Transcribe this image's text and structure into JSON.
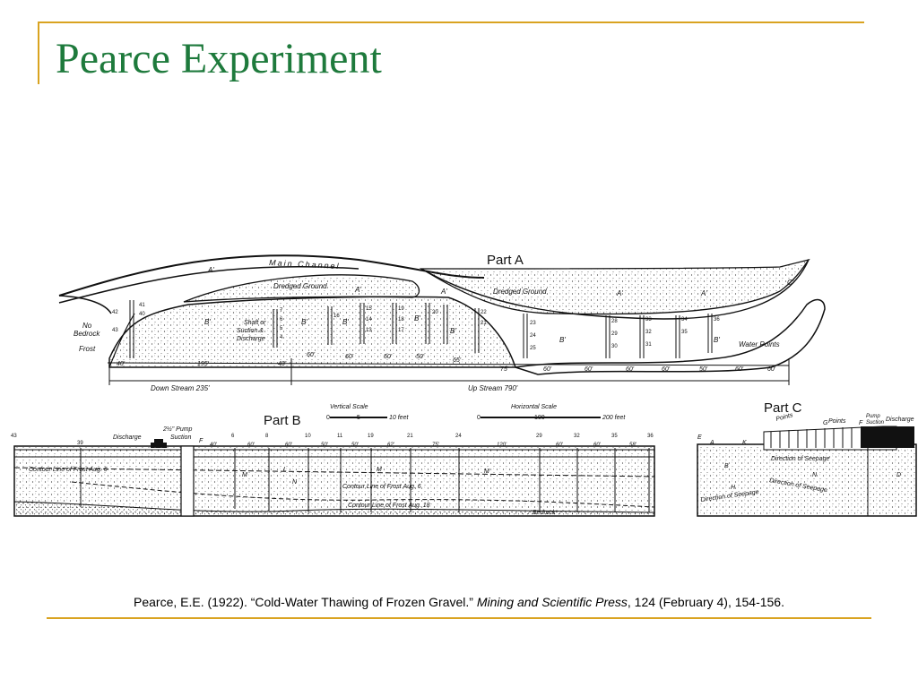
{
  "slide": {
    "title": "Pearce Experiment"
  },
  "figure": {
    "part_a": {
      "label": "Part A",
      "main_channel": "Main Channel",
      "dredged_ground_1": "Dredged Ground",
      "dredged_ground_2": "Dredged Ground",
      "no_bedrock": [
        "No",
        "Bedrock"
      ],
      "frost": "Frost",
      "shaft": [
        "Shaft or",
        "Suction &",
        "Discharge"
      ],
      "water_points": "Water Points",
      "down_stream": "Down Stream 235'",
      "up_stream": "Up Stream 790'",
      "letters": [
        "A'",
        "A'",
        "A'",
        "A'",
        "A'",
        "C'",
        "B'",
        "B'",
        "B'",
        "B'",
        "B'",
        "B'",
        "B'"
      ],
      "dims": [
        "40'",
        "195'",
        "40'",
        "60'",
        "60'",
        "50'",
        "50'",
        "65'",
        "75'",
        "60'",
        "60'",
        "60'",
        "60'",
        "50'",
        "60'",
        "60'"
      ],
      "well_numbers": [
        "41",
        "42",
        "43",
        "40",
        "7",
        "6",
        "5",
        "4",
        "16",
        "15",
        "14",
        "13",
        "19",
        "18",
        "17",
        "20",
        "22",
        "21",
        "23",
        "24",
        "25",
        "28",
        "29",
        "30",
        "33",
        "32",
        "31",
        "34",
        "35",
        "36"
      ]
    },
    "part_b": {
      "label": "Part B",
      "discharge": "Discharge",
      "pump": [
        "2½\" Pump",
        "Suction"
      ],
      "vertical_scale": "Vertical Scale",
      "vertical_ticks": [
        "0",
        "5",
        "10 feet"
      ],
      "horizontal_scale": "Horizontal Scale",
      "horizontal_ticks": [
        "0",
        "100",
        "200 feet"
      ],
      "contour_1": "Contour Line of Frost Aug. 6",
      "contour_2": "Contour Line of Frost Aug. 6",
      "contour_3": "Contour Line of Frost Aug. 18",
      "bedrock": "Bedrock",
      "well_numbers": [
        "43",
        "39",
        "6",
        "8",
        "10",
        "11",
        "19",
        "21",
        "24",
        "29",
        "32",
        "35",
        "36"
      ],
      "dims": [
        "40'",
        "60'",
        "60'",
        "50'",
        "50'",
        "62'",
        "75'",
        "120'",
        "60'",
        "60'",
        "58'"
      ],
      "letters": [
        "F",
        "L",
        "M",
        "M",
        "N",
        "M"
      ]
    },
    "part_c": {
      "label": "Part C",
      "points_1": "Points",
      "points_2": "Points",
      "pump": [
        "Pump",
        "Suction"
      ],
      "discharge": "Discharge",
      "direction_1": "Direction of Seepage",
      "direction_2": "Direction of Seepage",
      "direction_3": "Direction of Seepage",
      "letters": [
        "E",
        "A",
        "K",
        "G",
        "F",
        "B",
        "N",
        "H",
        "D"
      ]
    }
  },
  "citation": {
    "prefix": "Pearce, E.E. (1922). “Cold-Water Thawing of Frozen Gravel.” ",
    "journal": "Mining and Scientific Press",
    "suffix": ", 124 (February 4), 154-156."
  }
}
